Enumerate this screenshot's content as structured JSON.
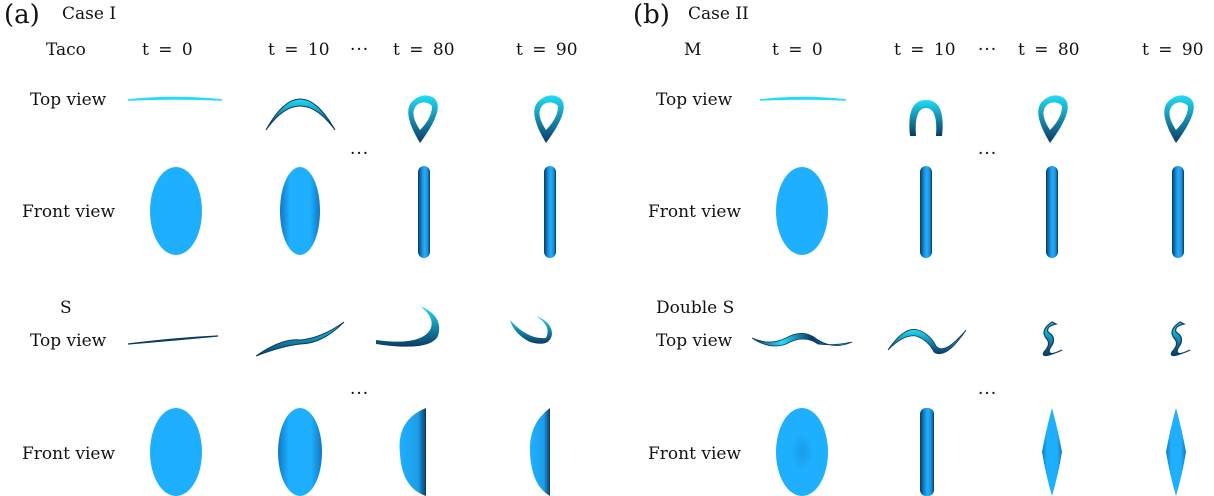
{
  "panel_a": {
    "letter": "(a)",
    "case": "Case I",
    "shape1": "Taco",
    "shape2": "S",
    "times": [
      "t = 0",
      "t = 10",
      "t = 80",
      "t = 90"
    ]
  },
  "panel_b": {
    "letter": "(b)",
    "case": "Case II",
    "shape1": "M",
    "shape2": "Double S",
    "times": [
      "t = 0",
      "t = 10",
      "t = 80",
      "t = 90"
    ]
  },
  "labels": {
    "top_view": "Top view",
    "front_view": "Front view",
    "ellipsis": "···"
  },
  "colors": {
    "light": "#1eb0ff",
    "cyan": "#22ddf5",
    "dark": "#0a3a66"
  }
}
